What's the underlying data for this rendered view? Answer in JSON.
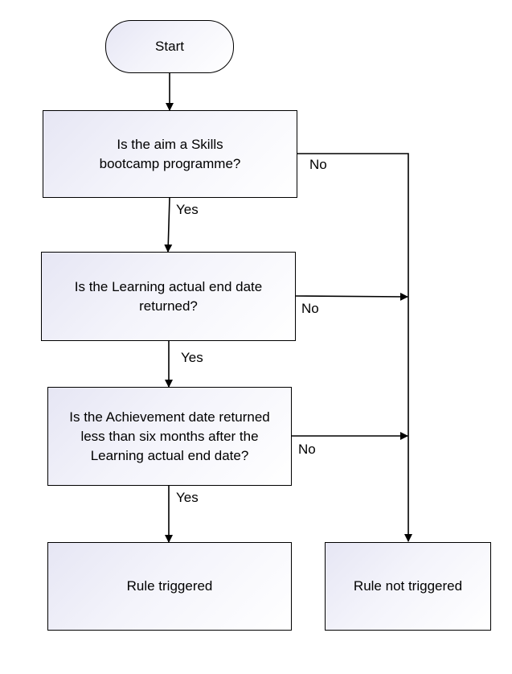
{
  "nodes": {
    "start": "Start",
    "q1": "Is the aim a Skills bootcamp programme?",
    "q2": "Is the Learning actual end date returned?",
    "q3": "Is the Achievement date returned less than six months after the Learning actual end date?",
    "triggered": "Rule triggered",
    "not_triggered": "Rule not triggered"
  },
  "labels": {
    "q1_yes": "Yes",
    "q1_no": "No",
    "q2_yes": "Yes",
    "q2_no": "No",
    "q3_yes": "Yes",
    "q3_no": "No"
  }
}
